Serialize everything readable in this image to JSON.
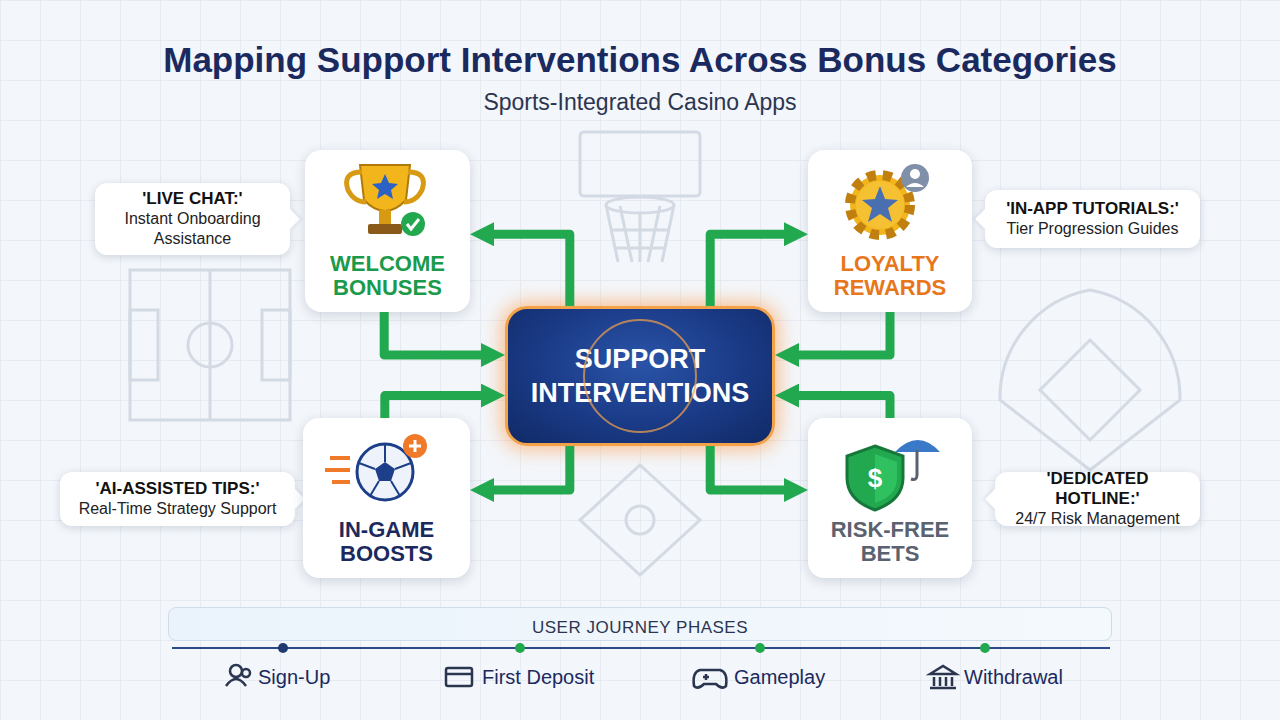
{
  "diagram": {
    "title": "Mapping Support Interventions Across Bonus Categories",
    "nodes": [
      {
        "text": [
          "'LIVE CHAT:'",
          "Instant Onboarding Assistance"
        ]
      },
      {
        "text": [
          "WELCOME BONUSES"
        ]
      },
      {
        "text": [
          "LOYALTY REWARDS"
        ]
      },
      {
        "text": [
          "'IN-APP TUTORIALS:'",
          "Tier Progression Guides"
        ]
      },
      {
        "text": [
          "SUPPORT INTERVENTIONS"
        ]
      },
      {
        "text": [
          "'AI-ASSISTED TIPS:'",
          "Real-Time Strategy Support"
        ]
      },
      {
        "text": [
          "IN-GAME BOOSTS"
        ]
      },
      {
        "text": [
          "RISK-FREE BETS"
        ]
      },
      {
        "text": [
          "'DEDICATED HOTLINE:'",
          "24/7 Risk Management"
        ]
      },
      {
        "text": [
          "USER JOURNEY PHASES"
        ]
      }
    ],
    "edges": [
      {
        "from": 4,
        "to": 1,
        "arrow": "to"
      },
      {
        "from": 1,
        "to": 4,
        "arrow": "to"
      },
      {
        "from": 4,
        "to": 2,
        "arrow": "to"
      },
      {
        "from": 2,
        "to": 4,
        "arrow": "to"
      },
      {
        "from": 4,
        "to": 6,
        "arrow": "to"
      },
      {
        "from": 6,
        "to": 4,
        "arrow": "to"
      },
      {
        "from": 4,
        "to": 7,
        "arrow": "to"
      },
      {
        "from": 7,
        "to": 4,
        "arrow": "to"
      }
    ],
    "labels": [
      "Sports-Integrated Casino Apps",
      "Sign-Up",
      "First Deposit",
      "Gameplay",
      "Withdrawal"
    ]
  }
}
